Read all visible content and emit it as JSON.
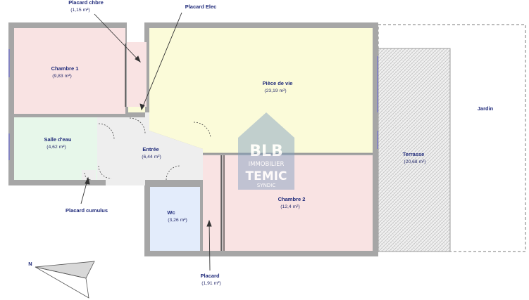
{
  "rooms": {
    "chambre1": {
      "name": "Chambre 1",
      "area": "(9,83 m²)"
    },
    "salle_eau": {
      "name": "Salle d'eau",
      "area": "(4,62 m²)"
    },
    "entree": {
      "name": "Entrée",
      "area": "(6,44 m²)"
    },
    "piece_vie": {
      "name": "Pièce de vie",
      "area": "(23,19 m²)"
    },
    "chambre2": {
      "name": "Chambre 2",
      "area": "(12,4 m²)"
    },
    "wc": {
      "name": "Wc",
      "area": "(3,26 m²)"
    },
    "terrasse": {
      "name": "Terrasse",
      "area": "(20,68 m²)"
    },
    "jardin": {
      "name": "Jardin"
    }
  },
  "callouts": {
    "placard_chbre": {
      "name": "Placard chbre",
      "area": "(1,15 m²)"
    },
    "placard_elec": {
      "name": "Placard Elec"
    },
    "placard_cumulus": {
      "name": "Placard cumulus"
    },
    "placard": {
      "name": "Placard",
      "area": "(1,91 m²)"
    }
  },
  "compass": {
    "label": "N"
  },
  "watermark": {
    "line1": "BLB",
    "line2": "IMMOBILIER",
    "line3": "TEMIC",
    "line4": "SYNDIC"
  },
  "colors": {
    "wall": "#a6a6a6",
    "chambre": "#f9e3e3",
    "salle_eau": "#e7f7ea",
    "piece_vie": "#fbfbd9",
    "wc": "#e3ecfb",
    "circulation": "#eeeeee",
    "label": "#1f2a7a"
  }
}
